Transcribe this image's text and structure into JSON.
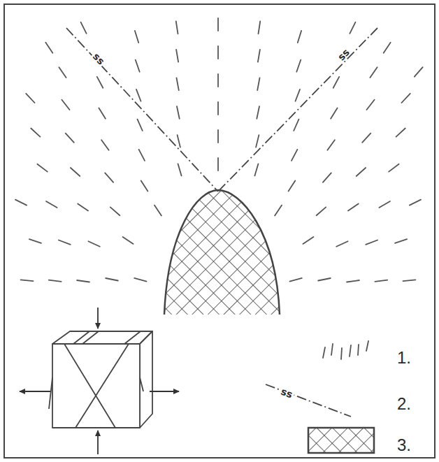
{
  "diagram": {
    "labels": [
      "ss",
      "ss",
      "ss"
    ],
    "legend": [
      {
        "text": "1."
      },
      {
        "text": "2."
      },
      {
        "text": "3."
      }
    ]
  }
}
